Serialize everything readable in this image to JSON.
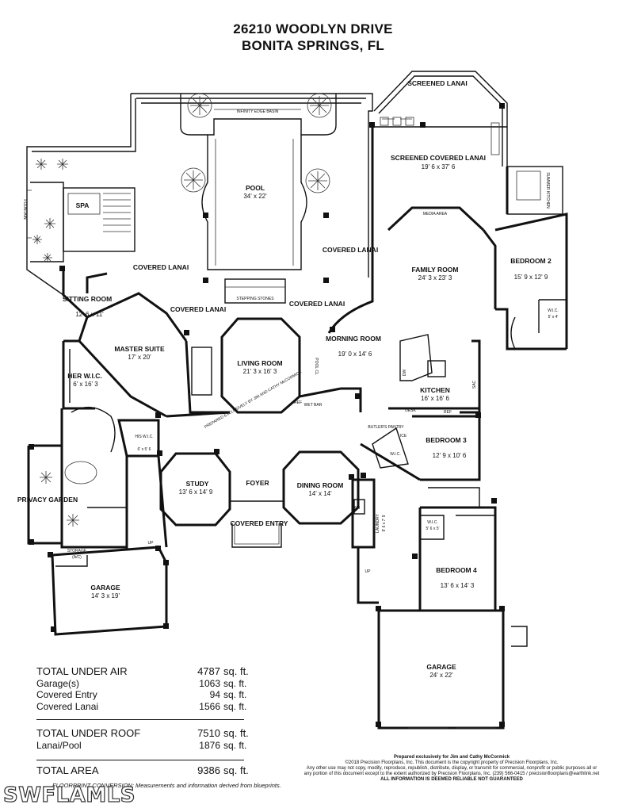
{
  "title": {
    "line1": "26210 WOODLYN DRIVE",
    "line2": "BONITA SPRINGS, FL"
  },
  "rooms": {
    "screened_lanai": "SCREENED LANAI",
    "screened_covered_lanai": {
      "name": "SCREENED COVERED LANAI",
      "dims": "19' 6 x 37' 6"
    },
    "summer_kitchen": "SUMMER KITCHEN",
    "infinity_edge": "INFINITY EDGE BASIN",
    "pool": {
      "name": "POOL",
      "dims": "34' x 22'"
    },
    "spa": "SPA",
    "fountain": "FOUNTAIN",
    "covered_lanai_left": "COVERED LANAI",
    "covered_lanai_mid_left": "COVERED LANAI",
    "covered_lanai_mid_right": "COVERED LANAI",
    "covered_lanai_right": "COVERED LANAI",
    "stepping_stones": "STEPPING STONES",
    "media_area": "MEDIA AREA",
    "family_room": {
      "name": "FAMILY ROOM",
      "dims": "24' 3 x 23' 3"
    },
    "bedroom2": {
      "name": "BEDROOM 2",
      "dims": "15' 9 x 12' 9"
    },
    "wic_b2": {
      "name": "W.I.C.",
      "dims": "5' x 4'"
    },
    "sitting_room": {
      "name": "SITTING ROOM",
      "dims": "12' 6 x 11'"
    },
    "master_suite": {
      "name": "MASTER SUITE",
      "dims": "17' x 20'"
    },
    "her_wic": {
      "name": "HER W.I.C.",
      "dims": "6' x 16' 3"
    },
    "living_room": {
      "name": "LIVING ROOM",
      "dims": "21' 3 x 16' 3"
    },
    "morning_room": {
      "name": "MORNING ROOM",
      "dims": "19' 0 x 14' 6"
    },
    "pool_cl": "POOL CL",
    "wet_bar": "WET BAR",
    "ref_wb": "REF",
    "kitchen": {
      "name": "KITCHEN",
      "dims": "16' x 16' 6"
    },
    "desk": "DESK",
    "ref_k": "REF",
    "dw": "DW",
    "sac": "SAC",
    "butlers_pantry": "BUTLER'S PANTRY",
    "ice": "ICE",
    "his_wic": {
      "name": "HIS W.I.C.",
      "dims": "6' x 5' 6"
    },
    "study": {
      "name": "STUDY",
      "dims": "13' 6 x 14' 9"
    },
    "foyer": "FOYER",
    "dining_room": {
      "name": "DINING ROOM",
      "dims": "14' x 14'"
    },
    "bedroom3": {
      "name": "BEDROOM 3",
      "dims": "12' 9 x 10' 6"
    },
    "wic_b3": "W.I.C.",
    "wic_b4": {
      "name": "W.I.C.",
      "dims": "5' 6 x 5'"
    },
    "bedroom4": {
      "name": "BEDROOM 4",
      "dims": "13' 6 x 14' 3"
    },
    "laundry": {
      "name": "LAUNDRY",
      "dims": "9' 6 x 7' 9"
    },
    "covered_entry": "COVERED ENTRY",
    "privacy_garden": "PRIVACY GARDEN",
    "storage": {
      "name": "STORAGE",
      "dims": "(A/C)"
    },
    "garage_left": {
      "name": "GARAGE",
      "dims": "14' 3 x 19'"
    },
    "garage_right": {
      "name": "GARAGE",
      "dims": "24' x 22'"
    },
    "up1": "UP",
    "up2": "UP",
    "wh": "WH",
    "stamp": "PREPARED EXCLUSIVELY BY JIM AND CATHY McCORMICK"
  },
  "area_table": {
    "rows": [
      {
        "label": "TOTAL UNDER AIR",
        "value": "4787",
        "unit": "sq. ft."
      },
      {
        "label": "Garage(s)",
        "value": "1063",
        "unit": "sq. ft."
      },
      {
        "label": "Covered Entry",
        "value": "94",
        "unit": "sq. ft."
      },
      {
        "label": "Covered Lanai",
        "value": "1566",
        "unit": "sq. ft."
      },
      {
        "label": "TOTAL UNDER ROOF",
        "value": "7510",
        "unit": "sq. ft."
      },
      {
        "label": "Lanai/Pool",
        "value": "1876",
        "unit": "sq. ft."
      },
      {
        "label": "TOTAL AREA",
        "value": "9386",
        "unit": "sq. ft."
      }
    ],
    "footnote": "FLOORPRINT CONVERSION: Measurements and information derived from blueprints."
  },
  "credit": {
    "line1": "Prepared exclusively for Jim and Cathy McCormick",
    "line2": "©2018 Precision Floorplans, Inc. This document is the copyright property of Precision Floorplans, Inc.",
    "line3": "Any other use may not copy, modify, reproduce, republish, distribute, display, or transmit for commercial, nonprofit or public purposes all or",
    "line4": "any portion of this document except to the extent authorized by Precision Floorplans, Inc. (239) 566-0415 / precisionfloorplans@earthlink.net",
    "line5": "ALL INFORMATION IS DEEMED RELIABLE NOT GUARANTEED"
  },
  "watermark": "SWFLAMLS"
}
